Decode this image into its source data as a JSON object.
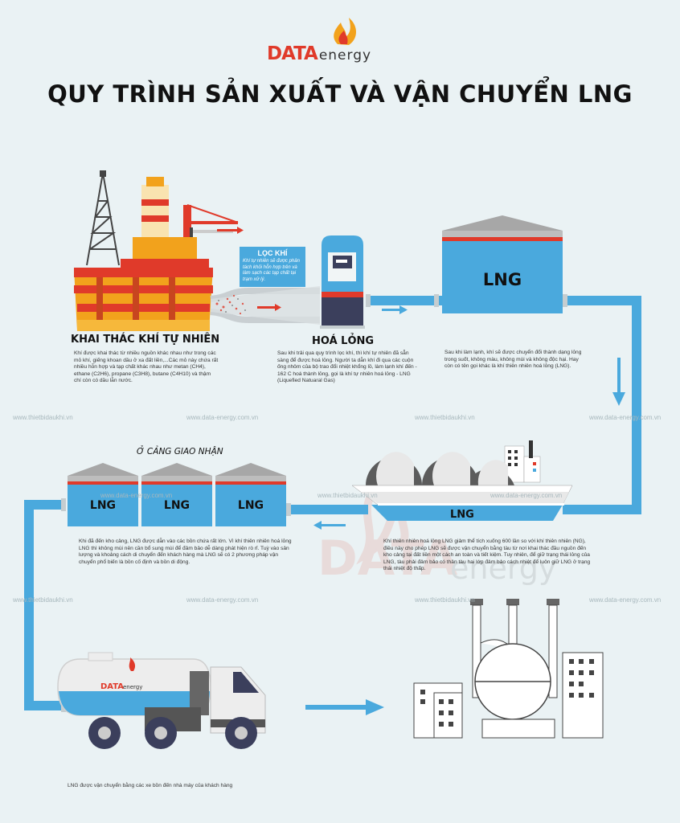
{
  "brand": {
    "name_main": "DATA",
    "name_sub": "energy"
  },
  "title": "QUY TRÌNH SẢN XUẤT VÀ VẬN CHUYỂN LNG",
  "watermarks": {
    "site1": "www.thietbidaukhi.vn",
    "site2": "www.data-energy.com.vn"
  },
  "steps": {
    "extraction": {
      "heading": "KHAI THÁC KHÍ TỰ NHIÊN",
      "desc": "Khí được khai thác từ nhiều nguồn khác nhau như trong các mỏ khí, giếng khoan dầu ở xa đất liền,...Các mỏ này chứa rất nhiều hỗn hợp và tạp chất khác nhau như metan (CH4), ethane (C2H6), propane (C3H8), butane (C4H10) và thậm chí còn có dầu lẫn nước."
    },
    "filter": {
      "label": "LỌC KHÍ",
      "desc": "Khí tự nhiên sẽ được phân tách khỏi hỗn hợp trên và làm sạch các tạp chất tại trạm xử lý."
    },
    "liquefaction": {
      "heading": "HOÁ LỎNG",
      "desc": "Sau khi trải qua quy trình lọc khí, thì khí tự nhiên đã sẵn sàng để được hoá lỏng. Người ta dẫn khí đi qua các cuộn ống nhôm của bộ trao đổi nhiệt khổng lồ, làm lạnh khí đến - 162 C hoá thành lỏng, gọi là khí tự nhiên hoá lỏng - LNG (Liquefied Natuaral Gas)"
    },
    "storage": {
      "tank_label": "LNG",
      "desc": "Sau khi làm lạnh, khí sẽ được chuyển đổi thành dạng lỏng trong suốt, không màu, không mùi và không độc hại. Hay còn có tên gọi khác là khí thiên nhiên hoá lỏng (LNG)."
    },
    "shipping": {
      "ship_label": "LNG",
      "desc": "Khí thiên nhiên hoá lỏng LNG giảm thể tích xuống 600 lần so với khí thiên nhiên (NG), điều này cho phép LNG sẽ được vận chuyển bằng tàu từ nơi khai thác đầu nguồn đến kho cảng tại đất liền một cách an toàn và tiết kiệm. Tuy nhiên, để giữ trạng thái lỏng của LNG, tàu phải đảm bảo có thân tàu hai lớp đảm bảo cách nhiệt để luôn giữ LNG ở trạng thái nhiệt độ thấp."
    },
    "port": {
      "heading": "Ở CẢNG GIAO NHẬN",
      "tank_labels": [
        "LNG",
        "LNG",
        "LNG"
      ],
      "desc": "Khi đã đến kho cảng, LNG được dẫn vào các bồn chứa rất lớn. Vì khí thiên nhiên hoá lỏng LNG thì không mùi nên cần bổ sung mùi để đảm bảo dễ dàng phát hiện rò rỉ. Tuỳ vào sản lượng và khoảng cách di chuyển đến khách hàng mà LNG sẽ có 2 phương pháp vận chuyển phổ biến là bồn cố định và bồn di động."
    },
    "delivery": {
      "desc": "LNG được vận chuyển bằng các xe bồn đến nhà máy của khách hàng"
    }
  },
  "colors": {
    "pipe": "#4aa9dd",
    "accent_red": "#e03a2a",
    "accent_orange": "#f2a21c",
    "tank_blue": "#4aa9dd",
    "roof_grey": "#a7a7a7"
  }
}
